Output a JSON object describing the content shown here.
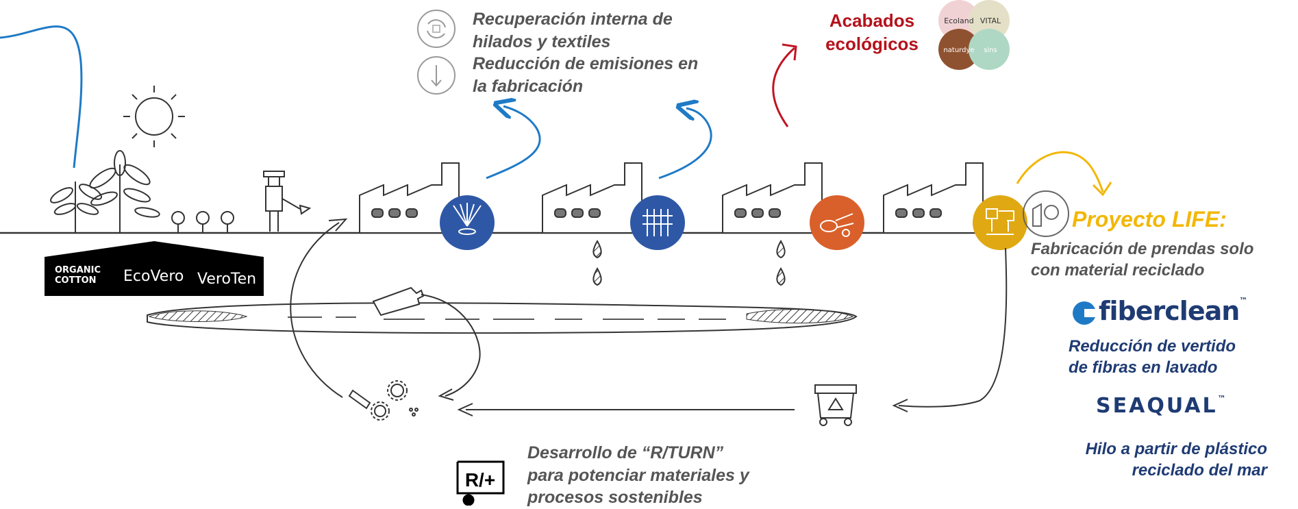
{
  "top_center": {
    "line1": "Recuperación interna de",
    "line2": "hilados y textiles",
    "line3": "Reducción de emisiones en",
    "line4": "la fabricación"
  },
  "eco_finish": {
    "line1": "Acabados",
    "line2": "ecológicos"
  },
  "eco_badges": [
    "Ecoland",
    "VITAL",
    "naturdye",
    "sins"
  ],
  "raw_materials": [
    "ORGANIC",
    "COTTON",
    "EcoVero",
    "VeroTen"
  ],
  "life_project": {
    "title": "Proyecto LIFE:",
    "line1": "Fabricación de prendas solo",
    "line2": "con material reciclado"
  },
  "fiberclean": {
    "brand": "fiberclean",
    "tm": "™",
    "line1": "Reducción de vertido",
    "line2": "de fibras en lavado"
  },
  "seaqual": {
    "brand": "SEAQUAL",
    "tm": "™",
    "line1": "Hilo a partir de plástico",
    "line2": "reciclado del mar"
  },
  "rturn": {
    "logo": "R/+",
    "line1": "Desarrollo de “R/TURN”",
    "line2": "para potenciar materiales y",
    "line3": "procesos sostenibles"
  },
  "colors": {
    "blue_arrow": "#1f7ac6",
    "red_arrow": "#c01422",
    "yellow_arrow": "#f2b705",
    "process_blue": "#2e58a6",
    "process_orange": "#d9602a",
    "process_yellow": "#e0a913",
    "gray_text": "#555555",
    "navy_text": "#1f3b73"
  }
}
